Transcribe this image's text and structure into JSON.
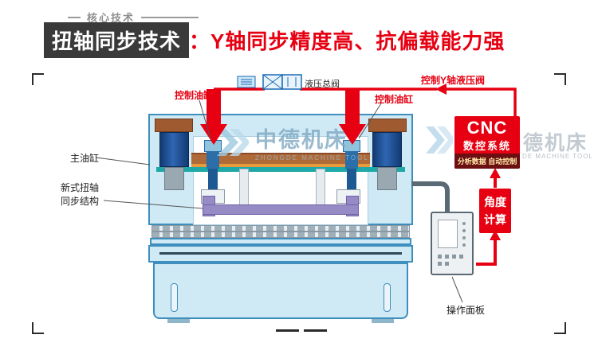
{
  "header": {
    "kicker": "核心技术",
    "title_box": "扭轴同步技术",
    "title_rest": "：Y轴同步精度高、抗偏载能力强"
  },
  "labels": {
    "control_cylinder_left": "控制油缸",
    "hydraulic_main_valve": "液压总阀",
    "control_cylinder_right": "控制油缸",
    "control_y_valve": "控制Y轴液压阀",
    "main_cylinder": "主油缸",
    "torsion_line1": "新式扭轴",
    "torsion_line2": "同步结构",
    "operation_panel": "操作面板"
  },
  "cnc": {
    "title": "CNC",
    "subtitle": "数控系统",
    "caption": "分析数据 自动控制"
  },
  "angle": {
    "line1": "角度",
    "line2": "计算"
  },
  "watermark_center": {
    "cn": "中德机床",
    "en": "ZHONGDE MACHINE TOOL"
  },
  "watermark_right": {
    "cn": "德机床",
    "en": "DE MACHINE TOOL"
  },
  "colors": {
    "accent_red": "#e60012",
    "title_box_bg": "#3a3a3a",
    "machine_fill": "#cfe9f5",
    "machine_border": "#3e8fbd",
    "torsion_purple": "#968bc4",
    "cnc_red": "#e60012"
  }
}
